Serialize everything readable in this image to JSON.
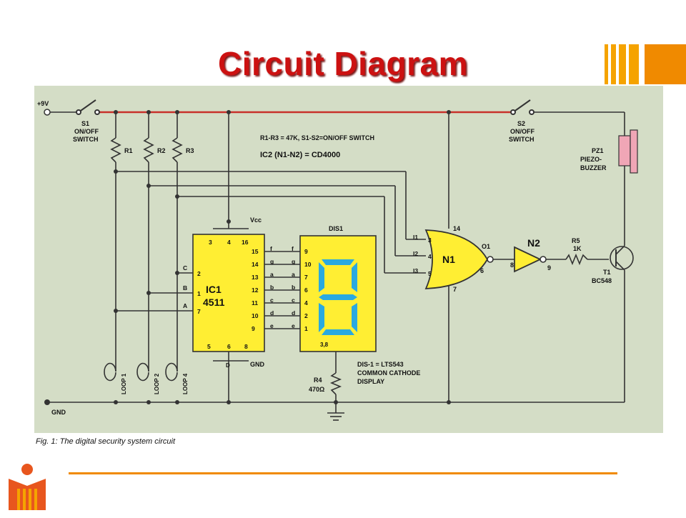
{
  "slide": {
    "title": "Circuit Diagram",
    "caption": "Fig. 1: The digital security system circuit"
  },
  "colors": {
    "title": "#cc1111",
    "panel": "#d4ddc6",
    "ic_fill": "#ffee33",
    "supply_rail": "#c8302a",
    "wire": "#333333",
    "display_segment": "#2aa9e0",
    "accent_orange": "#f08a00",
    "logo_yellow": "#f5a300"
  },
  "diagram": {
    "supply_label": "+9V",
    "ground_label": "GND",
    "s1": {
      "name": "S1",
      "line1": "ON/OFF",
      "line2": "SWITCH"
    },
    "s2": {
      "name": "S2",
      "line1": "ON/OFF",
      "line2": "SWITCH"
    },
    "resistors": [
      "R1",
      "R2",
      "R3"
    ],
    "note1": "R1-R3 = 47K, S1-S2=ON/OFF SWITCH",
    "note2": "IC2 (N1-N2) = CD4000",
    "ic1": {
      "name": "IC1",
      "part": "4511",
      "vcc": "Vcc",
      "gnd": "GND",
      "top_pins": [
        "3",
        "4",
        "16"
      ],
      "bottom_pins": [
        "5",
        "6",
        "8"
      ],
      "left_labels": [
        "C",
        "B",
        "A"
      ],
      "left_pins": [
        "2",
        "1",
        "7"
      ],
      "right_pins": [
        "15",
        "14",
        "13",
        "12",
        "11",
        "10",
        "9"
      ],
      "right_labels": [
        "f",
        "g",
        "a",
        "b",
        "c",
        "d",
        "e"
      ],
      "bottom_label": "D"
    },
    "dis1": {
      "name": "DIS1",
      "pins": [
        "9",
        "10",
        "7",
        "6",
        "4",
        "2",
        "1"
      ],
      "labels": [
        "f",
        "g",
        "a",
        "b",
        "c",
        "d",
        "e"
      ],
      "common": "3,8",
      "desc1": "DIS-1 = LTS543",
      "desc2": "COMMON CATHODE",
      "desc3": "DISPLAY"
    },
    "r4": {
      "name": "R4",
      "value": "470Ω"
    },
    "n1": {
      "name": "N1",
      "input_pins": [
        "3",
        "4",
        "5"
      ],
      "inputs": [
        "I1",
        "I2",
        "I3"
      ],
      "out_pin": "6",
      "out_label": "O1",
      "vdd_pin": "14",
      "vss_pin": "7"
    },
    "n2": {
      "name": "N2",
      "in_pin": "8",
      "out_pin": "9"
    },
    "r5": {
      "name": "R5",
      "value": "1K"
    },
    "t1": {
      "name": "T1",
      "part": "BC548"
    },
    "pz1": {
      "name": "PZ1",
      "line1": "PIEZO-",
      "line2": "BUZZER"
    },
    "loops": [
      "LOOP 1",
      "LOOP 2",
      "LOOP 4"
    ]
  }
}
